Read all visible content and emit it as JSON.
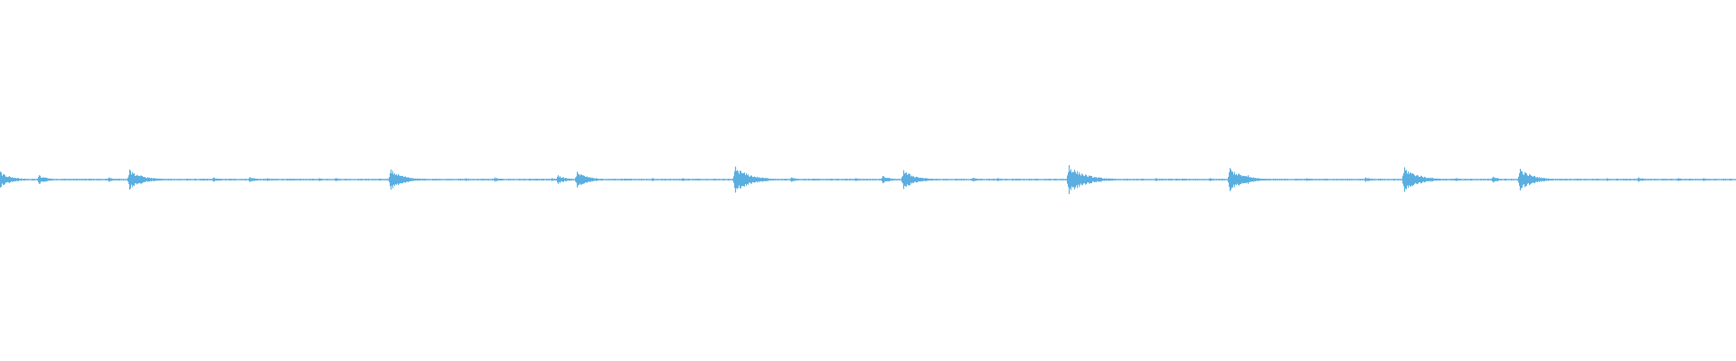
{
  "waveform": {
    "color": "#5aaee0",
    "baseline_level": 0.02,
    "peaks": [
      {
        "t": 0.0,
        "amp": 0.22
      },
      {
        "t": 0.0225,
        "amp": 0.12
      },
      {
        "t": 0.0625,
        "amp": 0.06
      },
      {
        "t": 0.0745,
        "amp": 0.28
      },
      {
        "t": 0.0885,
        "amp": 0.05
      },
      {
        "t": 0.123,
        "amp": 0.06
      },
      {
        "t": 0.1435,
        "amp": 0.07
      },
      {
        "t": 0.1535,
        "amp": 0.04
      },
      {
        "t": 0.184,
        "amp": 0.04
      },
      {
        "t": 0.193,
        "amp": 0.04
      },
      {
        "t": 0.225,
        "amp": 0.28
      },
      {
        "t": 0.268,
        "amp": 0.04
      },
      {
        "t": 0.285,
        "amp": 0.06
      },
      {
        "t": 0.3175,
        "amp": 0.04
      },
      {
        "t": 0.3215,
        "amp": 0.12
      },
      {
        "t": 0.3325,
        "amp": 0.22
      },
      {
        "t": 0.3755,
        "amp": 0.04
      },
      {
        "t": 0.393,
        "amp": 0.04
      },
      {
        "t": 0.4235,
        "amp": 0.36
      },
      {
        "t": 0.4555,
        "amp": 0.06
      },
      {
        "t": 0.4925,
        "amp": 0.04
      },
      {
        "t": 0.5085,
        "amp": 0.1
      },
      {
        "t": 0.5205,
        "amp": 0.26
      },
      {
        "t": 0.5605,
        "amp": 0.05
      },
      {
        "t": 0.5745,
        "amp": 0.04
      },
      {
        "t": 0.6155,
        "amp": 0.4
      },
      {
        "t": 0.6655,
        "amp": 0.04
      },
      {
        "t": 0.697,
        "amp": 0.04
      },
      {
        "t": 0.7085,
        "amp": 0.32
      },
      {
        "t": 0.7185,
        "amp": 0.12
      },
      {
        "t": 0.7525,
        "amp": 0.04
      },
      {
        "t": 0.7865,
        "amp": 0.06
      },
      {
        "t": 0.809,
        "amp": 0.34
      },
      {
        "t": 0.8385,
        "amp": 0.04
      },
      {
        "t": 0.86,
        "amp": 0.08
      },
      {
        "t": 0.8755,
        "amp": 0.3
      },
      {
        "t": 0.9255,
        "amp": 0.04
      },
      {
        "t": 0.9435,
        "amp": 0.06
      },
      {
        "t": 0.9665,
        "amp": 0.04
      },
      {
        "t": 0.9815,
        "amp": 0.04
      }
    ]
  }
}
